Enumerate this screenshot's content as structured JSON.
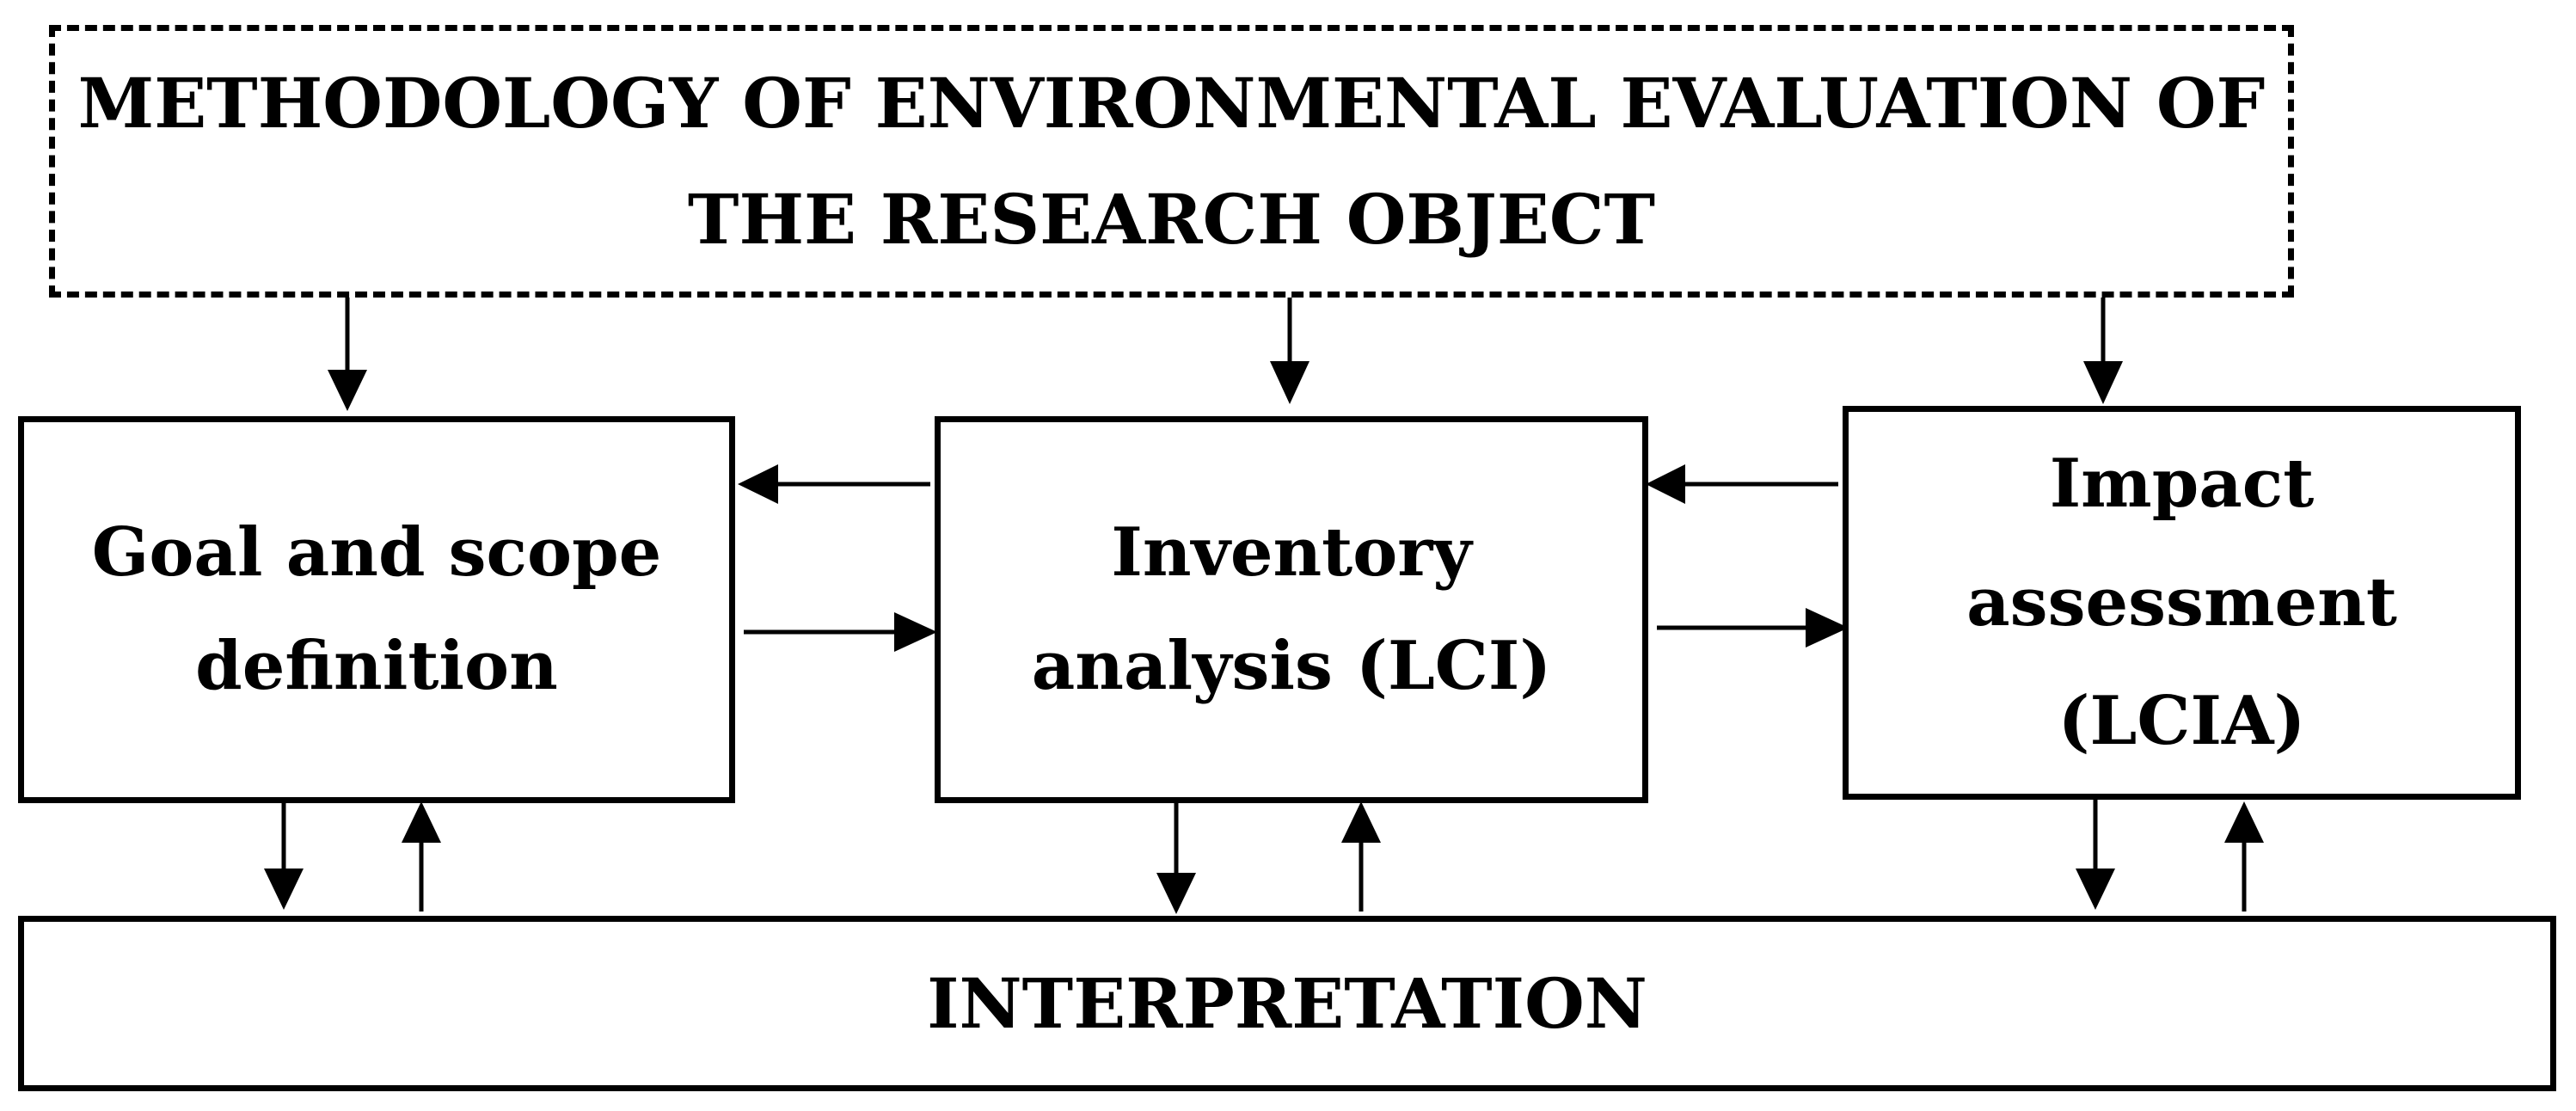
{
  "diagram": {
    "methodology_title_lines": [
      "METHODOLOGY OF ENVIRONMENTAL EVALUATION OF",
      "THE RESEARCH OBJECT"
    ],
    "goal_scope_lines": [
      "Goal and scope",
      "definition"
    ],
    "inventory_lines": [
      "Inventory",
      "analysis (LCI)"
    ],
    "impact_lines": [
      "Impact",
      "assessment",
      "(LCIA)"
    ],
    "interpretation": "INTERPRETATION"
  },
  "colors": {
    "stroke": "#000000",
    "background": "#ffffff"
  }
}
